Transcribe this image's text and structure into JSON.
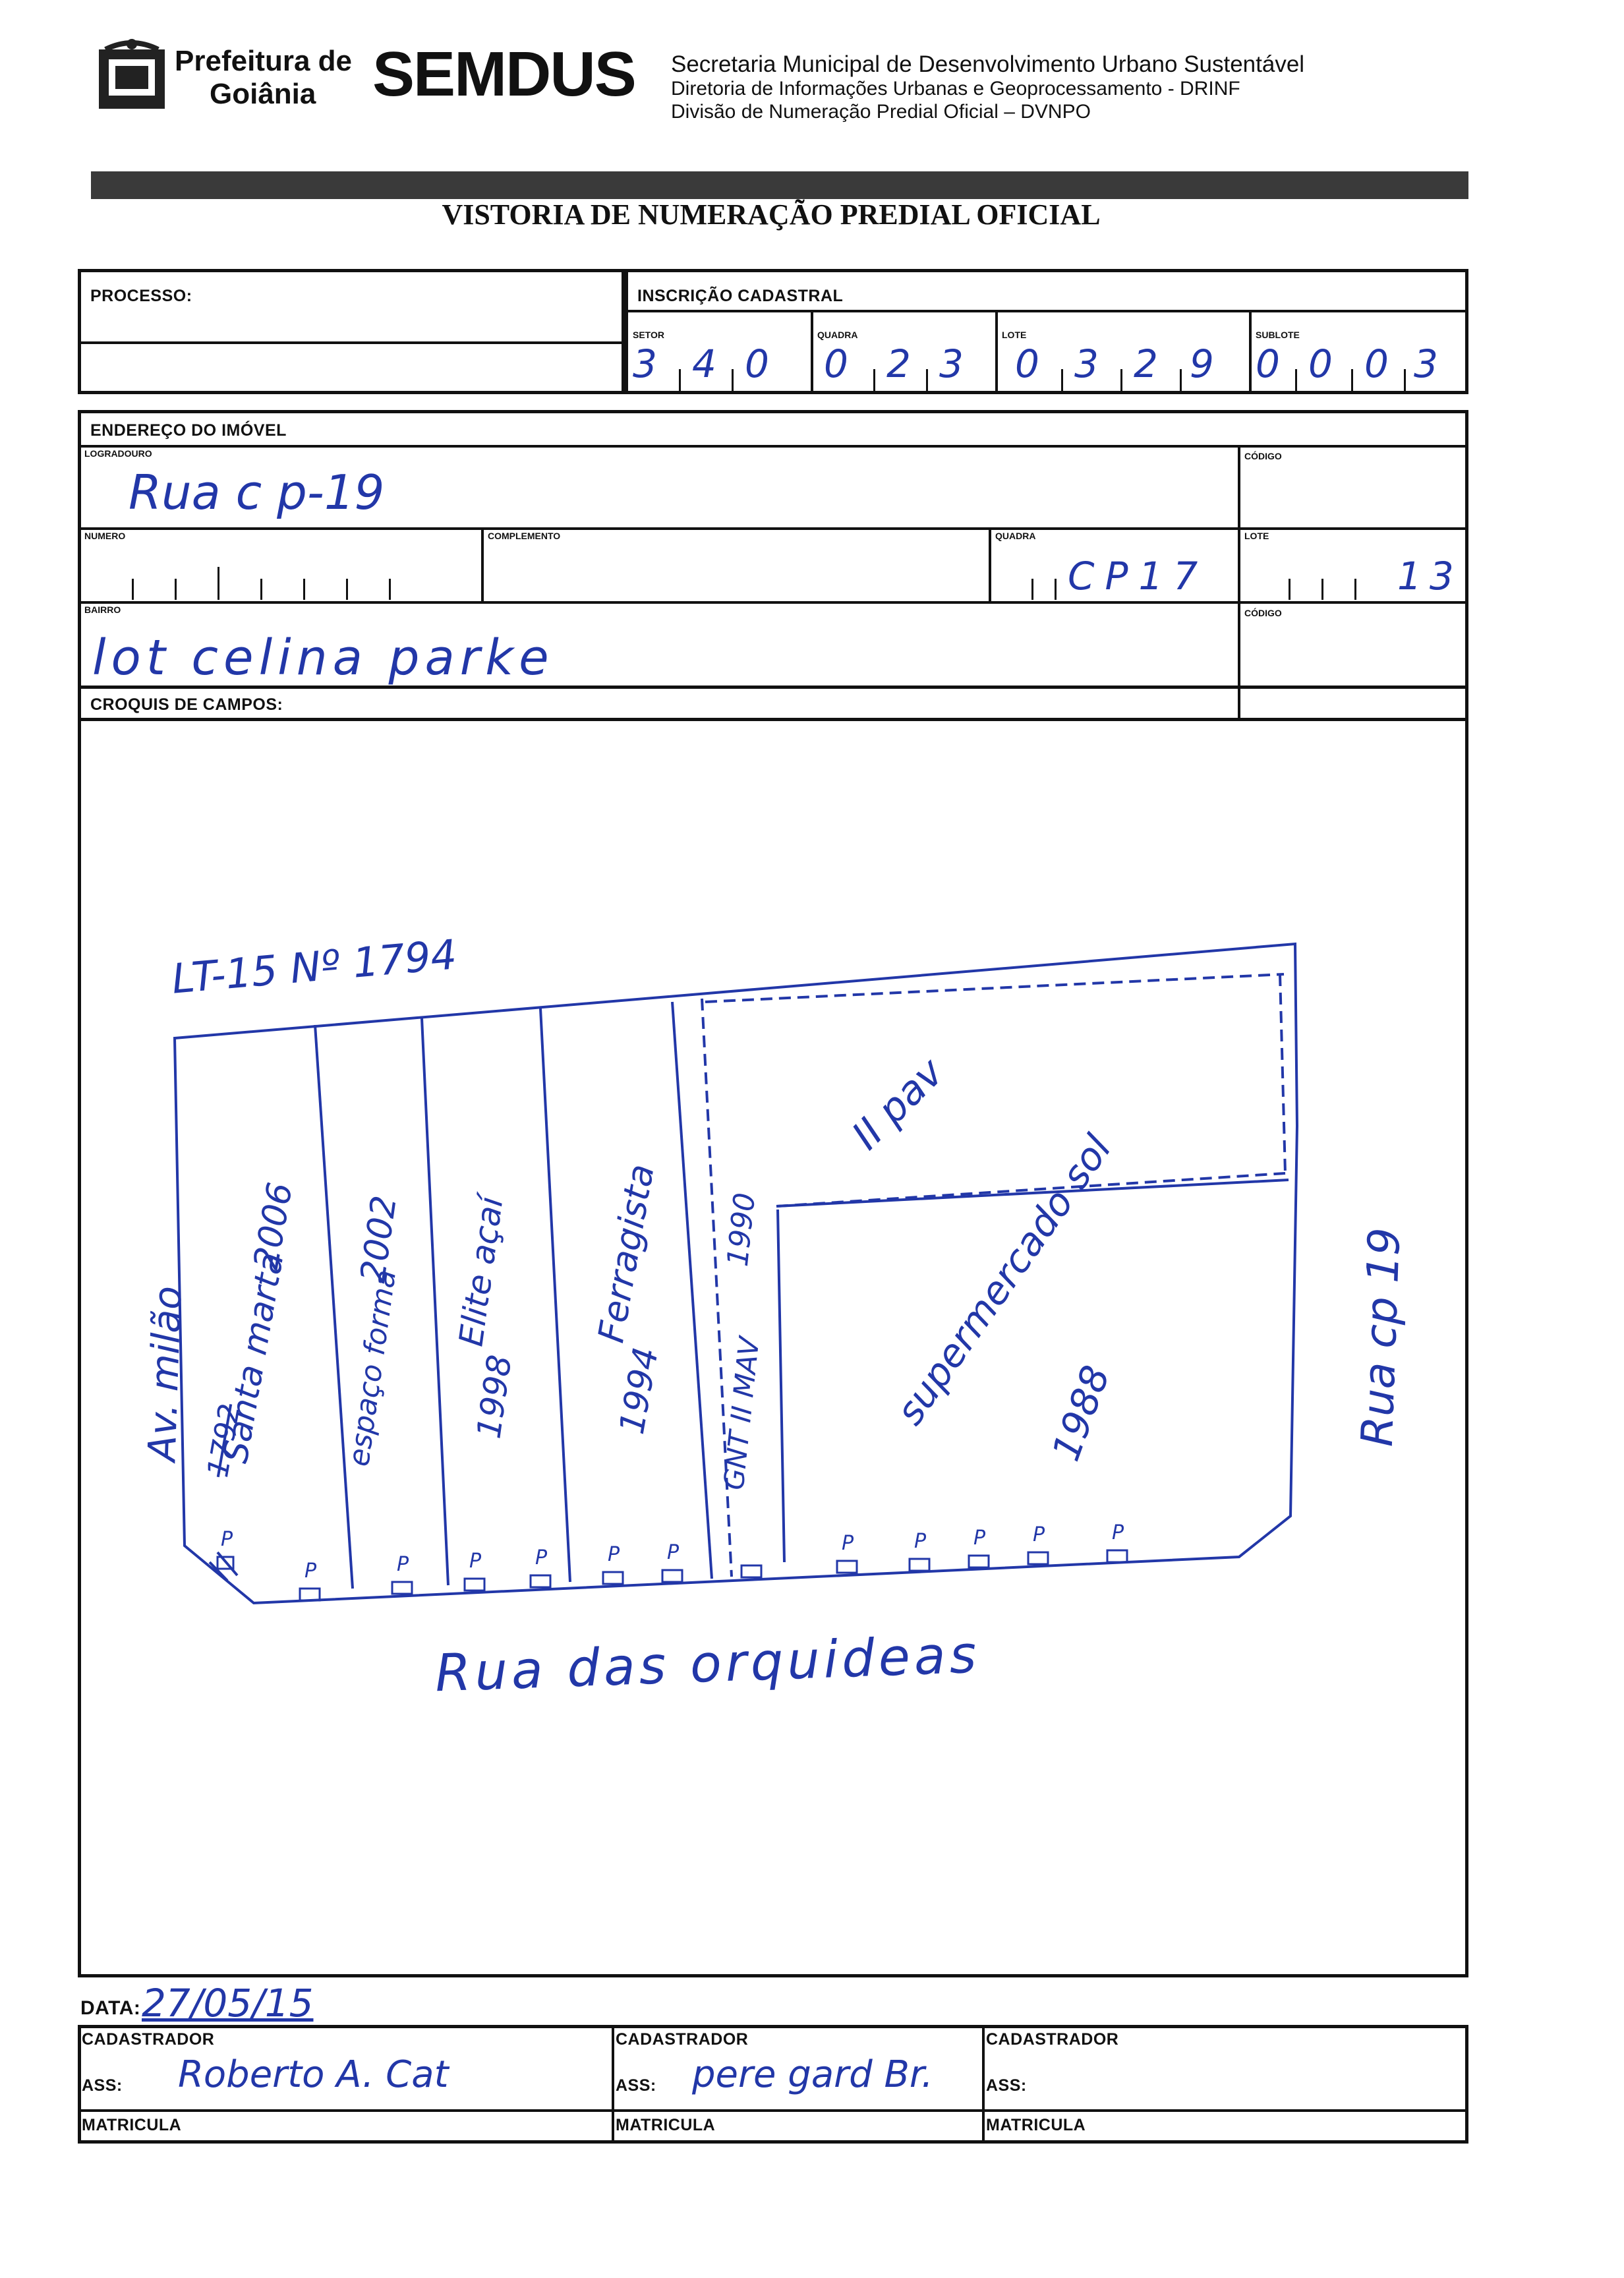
{
  "header": {
    "logo_line1": "Prefeitura de",
    "logo_line2": "Goiânia",
    "brand": "SEMDUS",
    "line1": "Secretaria Municipal de Desenvolvimento Urbano Sustentável",
    "line2": "Diretoria de Informações Urbanas e Geoprocessamento - DRINF",
    "line3": "Divisão de Numeração Predial Oficial – DVNPO"
  },
  "title": "VISTORIA DE NUMERAÇÃO PREDIAL OFICIAL",
  "processo": {
    "label": "PROCESSO:"
  },
  "inscricao": {
    "label": "INSCRIÇÃO CADASTRAL",
    "setor_label": "SETOR",
    "setor": [
      "3",
      "4",
      "0"
    ],
    "quadra_label": "QUADRA",
    "quadra": [
      "0",
      "2",
      "3"
    ],
    "lote_label": "LOTE",
    "lote": [
      "0",
      "3",
      "2",
      "9"
    ],
    "sublote_label": "SUBLOTE",
    "sublote": [
      "0",
      "0",
      "0",
      "3"
    ]
  },
  "endereco": {
    "label": "ENDEREÇO DO IMÓVEL",
    "logradouro_label": "LOGRADOURO",
    "logradouro": "Rua c p-19",
    "codigo_label": "CÓDIGO",
    "numero_label": "NUMERO",
    "complemento_label": "COMPLEMENTO",
    "quadra_label": "QUADRA",
    "quadra": "CP17",
    "lote_label": "LOTE",
    "lote": "13",
    "bairro_label": "BAIRRO",
    "bairro": "lot celina parke",
    "codigo2_label": "CÓDIGO"
  },
  "croquis": {
    "label": "CROQUIS DE CAMPOS:",
    "top_note": "LT-15 Nº 1794",
    "street_left": "Av. milão",
    "street_right": "Rua cp 19",
    "street_bottom": "Rua das orquideas",
    "upper_lot": "II pav",
    "lots": [
      {
        "name": "Santa marta",
        "number": "2006",
        "old": "1792"
      },
      {
        "name": "espaço forma",
        "number": "2002"
      },
      {
        "name": "Elite açaí",
        "number": "1998"
      },
      {
        "name": "Ferragista",
        "number": "1994"
      },
      {
        "name": "GNT II MAV",
        "number": "1990"
      },
      {
        "name": "supermercado sol",
        "number": "1988"
      }
    ],
    "door_mark": "P"
  },
  "footer": {
    "data_label": "DATA:",
    "data": "27/05/15",
    "cadastrador_label": "CADASTRADOR",
    "ass_label": "ASS:",
    "matricula_label": "MATRICULA",
    "signature1": "Roberto A. Cat",
    "signature2": "pere gard Br."
  }
}
